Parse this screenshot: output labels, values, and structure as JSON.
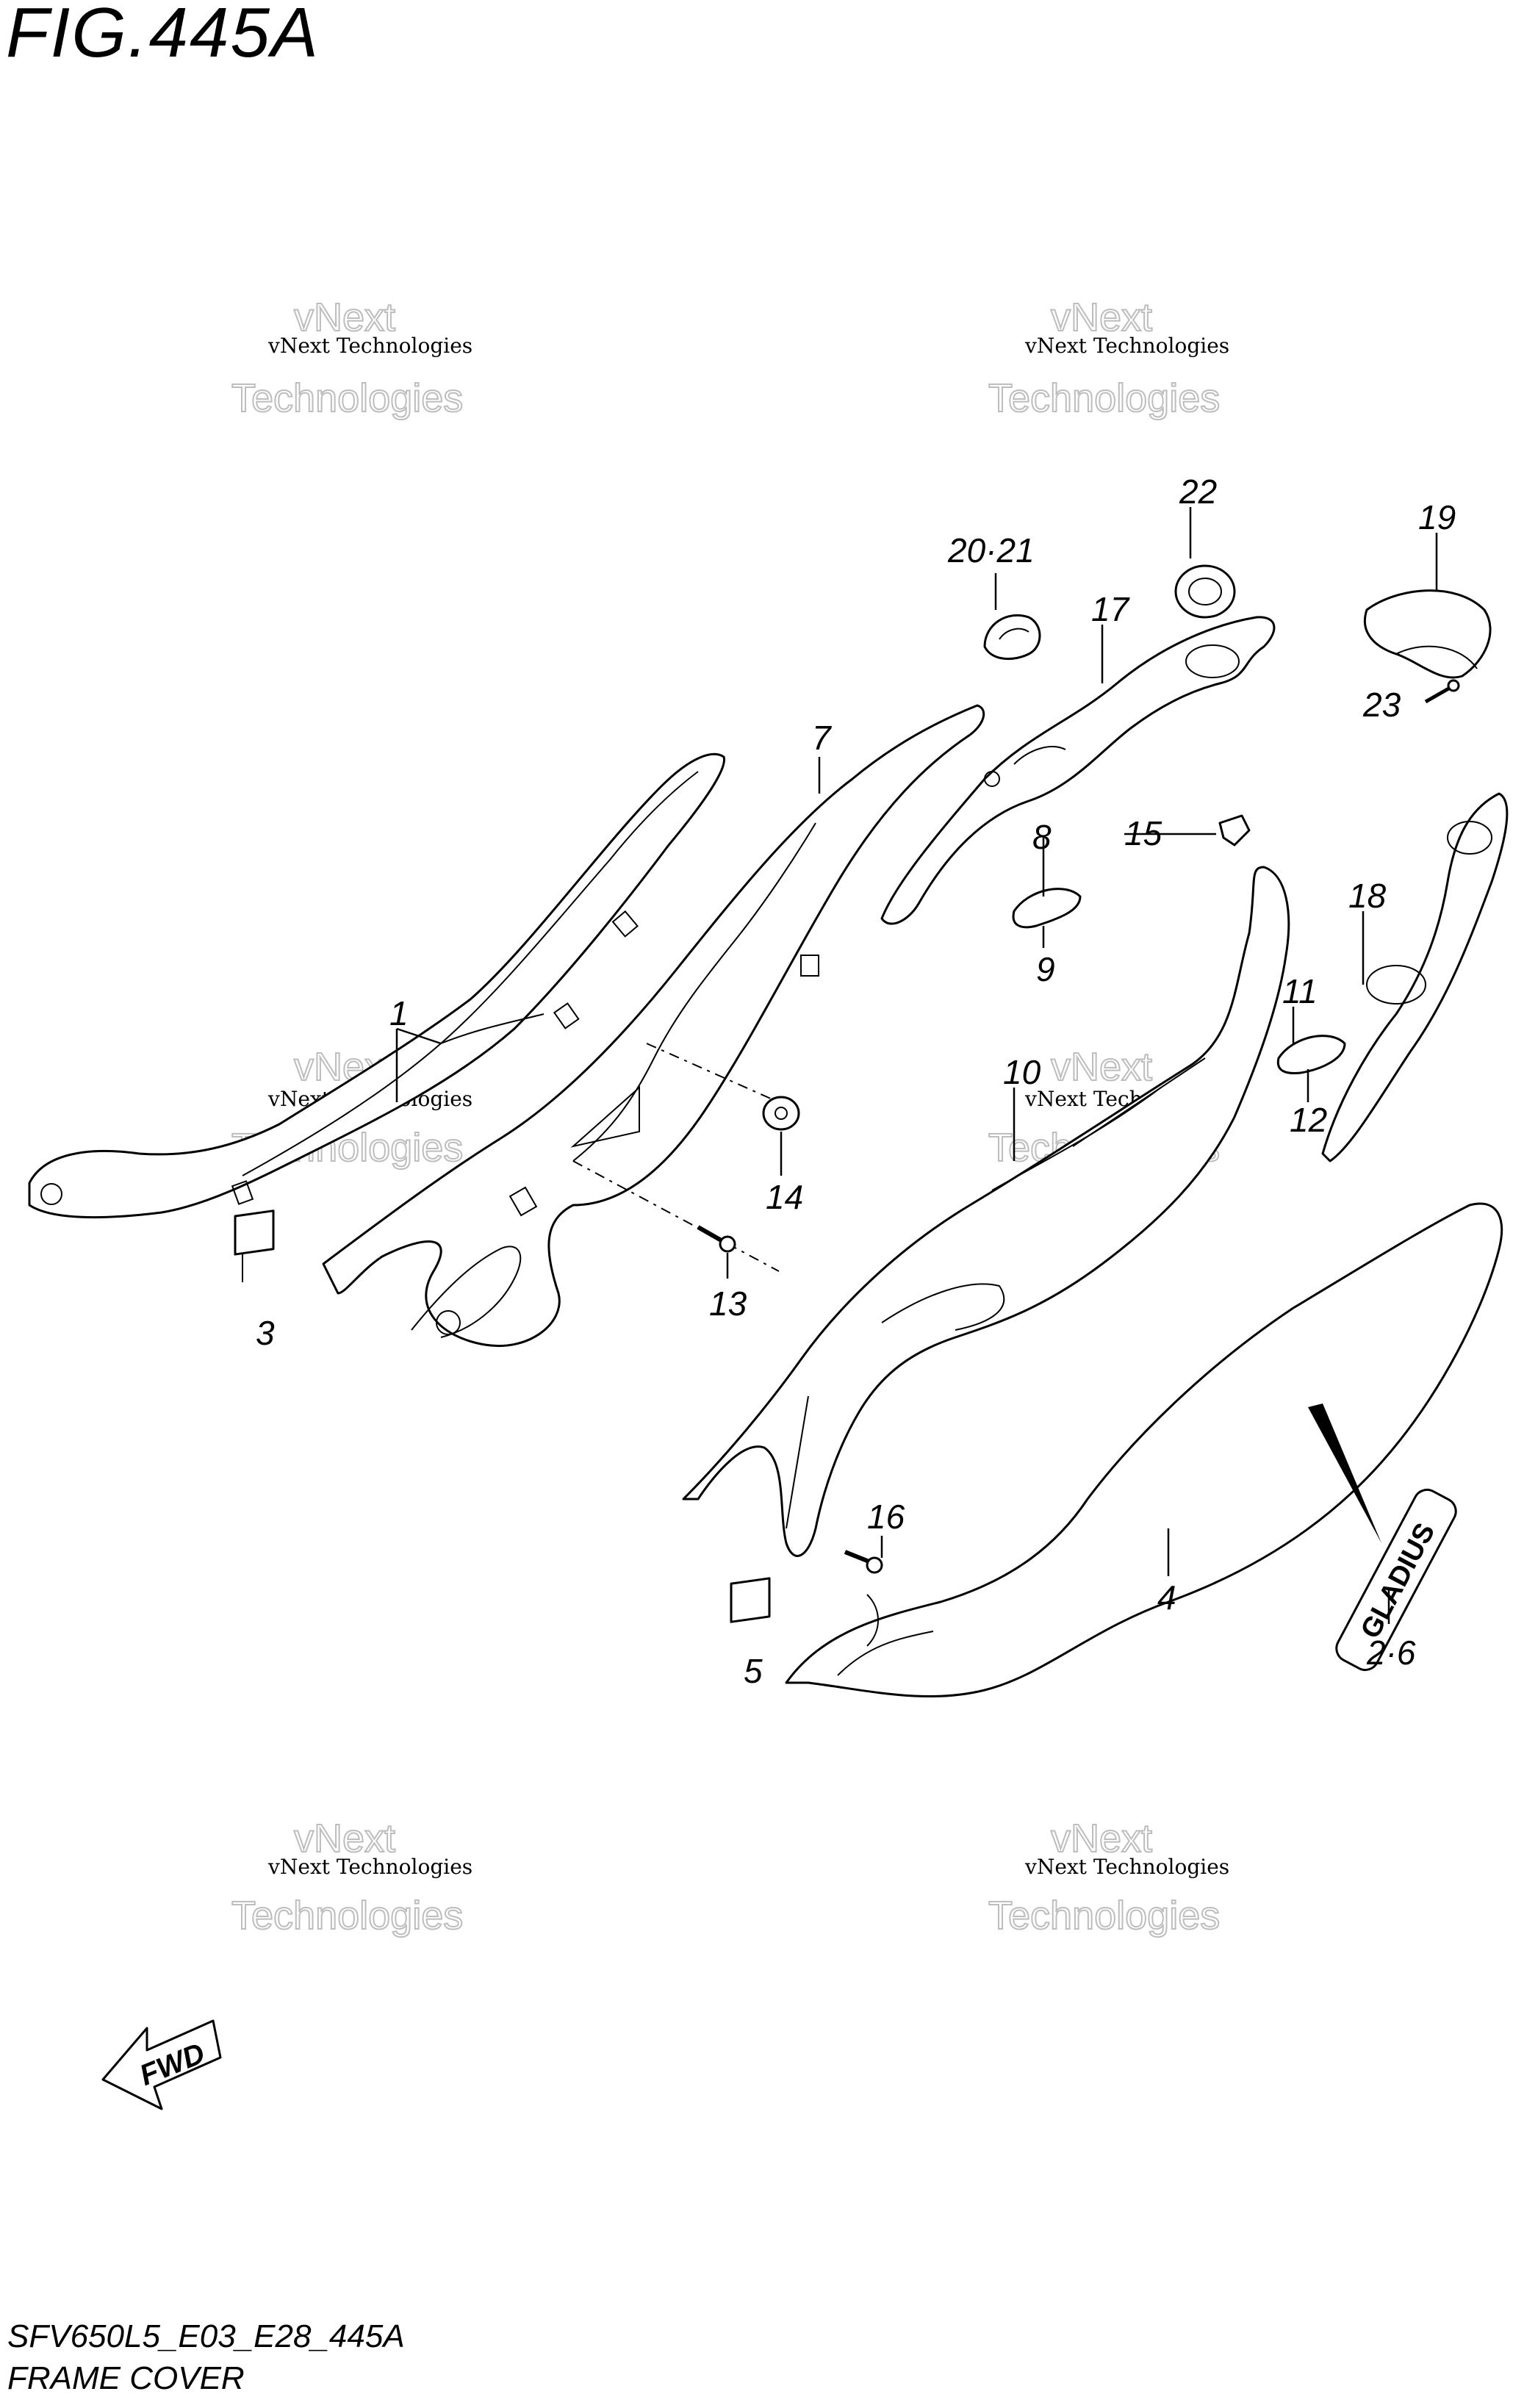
{
  "figure": {
    "title": "FIG.445A",
    "model_code": "SFV650L5_E03_E28_445A",
    "caption": "FRAME COVER"
  },
  "direction_arrow": "FWD",
  "emblem_text": "GLADIUS",
  "watermark": {
    "line1": "vNext",
    "line2": "vNext Technologies",
    "line3": "Technologies"
  },
  "callouts": [
    {
      "id": "c1",
      "label": "1"
    },
    {
      "id": "c2-6",
      "label": "2·6"
    },
    {
      "id": "c3",
      "label": "3"
    },
    {
      "id": "c4",
      "label": "4"
    },
    {
      "id": "c5",
      "label": "5"
    },
    {
      "id": "c7",
      "label": "7"
    },
    {
      "id": "c8",
      "label": "8"
    },
    {
      "id": "c9",
      "label": "9"
    },
    {
      "id": "c10",
      "label": "10"
    },
    {
      "id": "c11",
      "label": "11"
    },
    {
      "id": "c12",
      "label": "12"
    },
    {
      "id": "c13",
      "label": "13"
    },
    {
      "id": "c14",
      "label": "14"
    },
    {
      "id": "c15",
      "label": "15"
    },
    {
      "id": "c16",
      "label": "16"
    },
    {
      "id": "c17",
      "label": "17"
    },
    {
      "id": "c18",
      "label": "18"
    },
    {
      "id": "c19",
      "label": "19"
    },
    {
      "id": "c20-21",
      "label": "20·21"
    },
    {
      "id": "c22",
      "label": "22"
    },
    {
      "id": "c23",
      "label": "23"
    }
  ]
}
